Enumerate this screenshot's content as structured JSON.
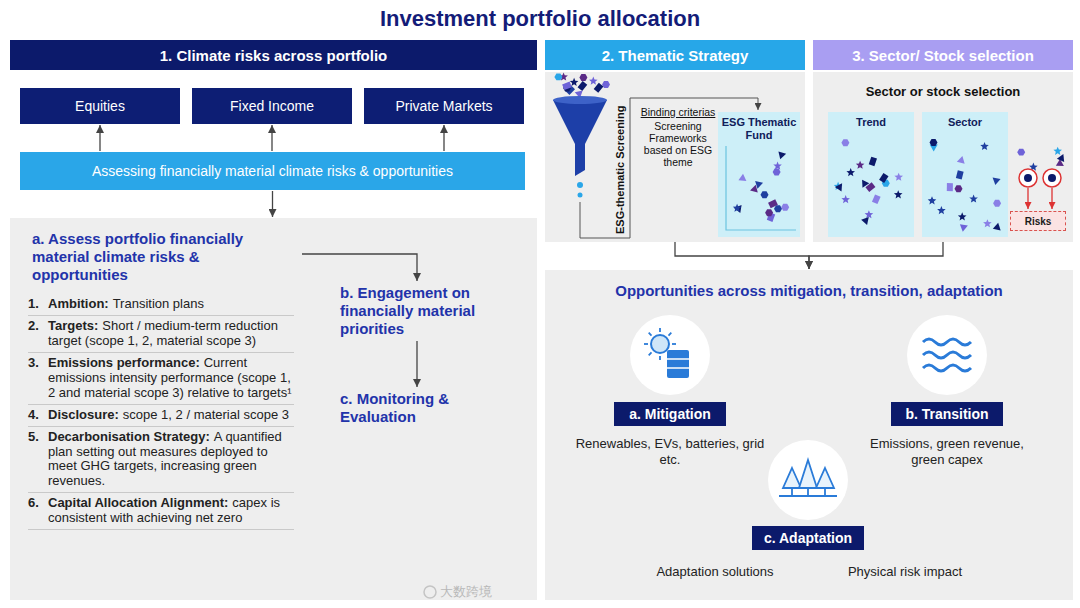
{
  "diagram": {
    "title": "Investment portfolio allocation",
    "nodes": [
      {
        "text": [
          "1. Climate risks across portfolio"
        ]
      },
      {
        "text": [
          "Equities"
        ]
      },
      {
        "text": [
          "Fixed Income"
        ]
      },
      {
        "text": [
          "Private Markets"
        ]
      },
      {
        "text": [
          "Assessing financially material climate risks & opportunities"
        ]
      },
      {
        "text": [
          "1.",
          "Ambition:",
          "Transition plans",
          "2.",
          "Targets:",
          "Short / medium-term reduction target (scope 1, 2, material scope 3)",
          "3.",
          "Emissions performance:",
          "Current emissions intensity performance (scope 1, 2 and material scope 3) relative to targets¹",
          "4.",
          "Disclosure:",
          "scope 1, 2 / material scope 3",
          "5.",
          "Decarbonisation Strategy:",
          "A quantified plan setting out measures deployed to meet GHG targets, increasing green revenues.",
          "6.",
          "Capital Allocation Alignment:",
          "capex is consistent with achieving net zero"
        ]
      },
      {
        "text": [
          "a. Assess portfolio financially material climate risks & opportunities"
        ],
        "in": 5
      },
      {
        "text": [
          "b. Engagement on financially material priorities"
        ],
        "in": 5
      },
      {
        "text": [
          "c. Monitoring & Evaluation"
        ],
        "in": 5
      },
      {
        "text": [
          "2. Thematic Strategy"
        ]
      },
      {
        "text": [
          "3. Sector/ Stock selection"
        ]
      },
      {
        "text": [
          "ESG-thematic Screening",
          "Binding criterias",
          "Screening Frameworks based on ESG theme"
        ]
      },
      {
        "text": [
          "ESG Thematic Fund"
        ],
        "in": 11
      },
      {
        "text": [
          "Sector or stock selection"
        ]
      },
      {
        "text": [
          "Trend"
        ],
        "in": 13
      },
      {
        "text": [
          "Sector"
        ],
        "in": 13
      },
      {
        "text": [
          "Risks"
        ],
        "in": 13
      },
      {
        "text": [
          "Opportunities across mitigation, transition, adaptation"
        ]
      },
      {
        "text": [
          "a. Mitigation"
        ],
        "in": 17
      },
      {
        "text": [
          "b. Transition"
        ],
        "in": 17
      },
      {
        "text": [
          "c. Adaptation"
        ],
        "in": 17
      }
    ],
    "edges": [
      {
        "from": 4,
        "to": 1,
        "arrow": "to"
      },
      {
        "from": 4,
        "to": 2,
        "arrow": "to"
      },
      {
        "from": 4,
        "to": 3,
        "arrow": "to"
      },
      {
        "from": 4,
        "to": 5,
        "arrow": "to"
      },
      {
        "from": 6,
        "to": 7,
        "arrow": "to"
      },
      {
        "from": 7,
        "to": 8,
        "arrow": "to"
      },
      {
        "from": 11,
        "to": 17,
        "arrow": "to"
      },
      {
        "from": 13,
        "to": 17,
        "arrow": "to"
      }
    ],
    "labels": [
      "Renewables, EVs, batteries, grid etc.",
      "Emissions, green revenue, green capex",
      "Adaptation solutions",
      "Physical risk impact",
      "大数跨境"
    ]
  }
}
